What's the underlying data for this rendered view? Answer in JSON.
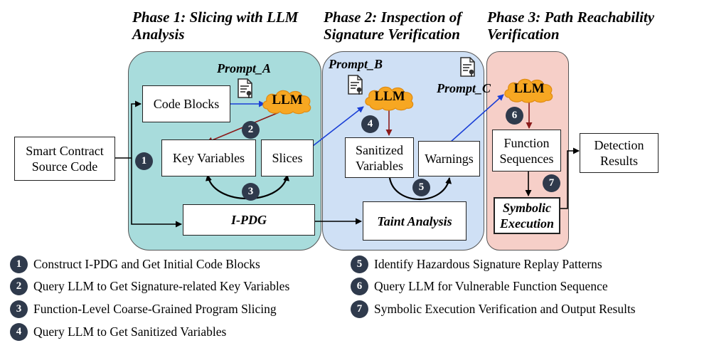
{
  "phases": [
    {
      "title": "Phase 1: Slicing with LLM Analysis"
    },
    {
      "title": "Phase 2: Inspection of Signature Verification"
    },
    {
      "title": "Phase 3: Path Reachability Verification"
    }
  ],
  "phase_lines": {
    "p1_l1": "Phase 1: Slicing with LLM",
    "p1_l2": "Analysis",
    "p2_l1": "Phase 2: Inspection of",
    "p2_l2": "Signature Verification",
    "p3_l1": "Phase 3: Path Reachability",
    "p3_l2": "Verification"
  },
  "boxes": {
    "source": "Smart Contract\nSource Code",
    "code_blocks": "Code Blocks",
    "key_variables": "Key Variables",
    "slices": "Slices",
    "ipdg": "I-PDG",
    "sanitized": "Sanitized\nVariables",
    "warnings": "Warnings",
    "taint": "Taint Analysis",
    "function_sequences": "Function\nSequences",
    "symbolic": "Symbolic\nExecution",
    "detection": "Detection\nResults"
  },
  "prompts": {
    "a": "Prompt_A",
    "b": "Prompt_B",
    "c": "Prompt_C"
  },
  "llm_label": "LLM",
  "steps": [
    "1",
    "2",
    "3",
    "4",
    "5",
    "6",
    "7"
  ],
  "legend": [
    {
      "num": "1",
      "text": "Construct I-PDG and Get Initial Code Blocks"
    },
    {
      "num": "2",
      "text": "Query LLM to Get Signature-related Key Variables"
    },
    {
      "num": "3",
      "text": "Function-Level Coarse-Grained Program Slicing"
    },
    {
      "num": "4",
      "text": "Query LLM to Get Sanitized Variables"
    },
    {
      "num": "5",
      "text": "Identify Hazardous Signature Replay Patterns"
    },
    {
      "num": "6",
      "text": "Query LLM for Vulnerable Function Sequence"
    },
    {
      "num": "7",
      "text": "Symbolic Execution Verification and Output Results"
    }
  ],
  "colors": {
    "phase1_bg": "#a8dcdc",
    "phase2_bg": "#cfe0f5",
    "phase3_bg": "#f6cfc8",
    "llm_cloud": "#f7a722",
    "step_circle": "#2f3a4c",
    "arrow_blue": "#1a3fd6",
    "arrow_red": "#8b1a1a"
  }
}
